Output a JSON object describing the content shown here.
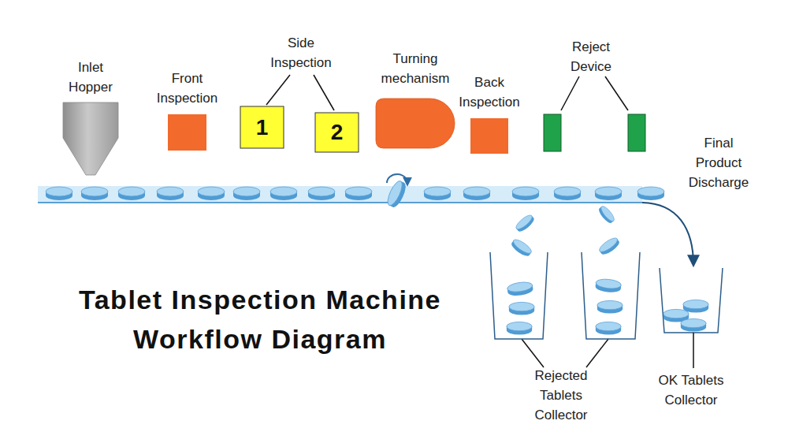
{
  "diagram": {
    "title": "Tablet Inspection Machine Workflow Diagram",
    "nodes": [
      {
        "text": [
          "Inlet Hopper"
        ]
      },
      {
        "text": [
          "Front Inspection"
        ]
      },
      {
        "text": [
          "1"
        ]
      },
      {
        "text": [
          "2"
        ]
      },
      {
        "text": [
          "Turning mechanism"
        ]
      },
      {
        "text": [
          "Back Inspection"
        ]
      },
      {
        "text": [
          "OK Tablets Collector"
        ]
      }
    ],
    "labels": [
      "Side Inspection",
      "Reject Device",
      "Final Product Discharge",
      "Rejected Tablets Collector"
    ]
  }
}
